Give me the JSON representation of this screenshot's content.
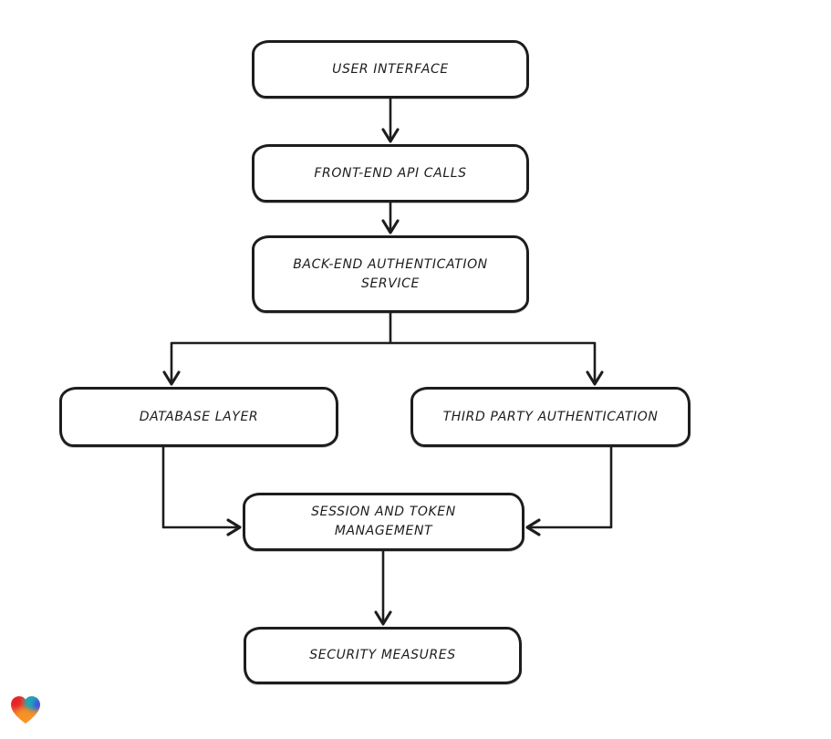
{
  "diagram": {
    "type": "flowchart",
    "style": "hand-drawn",
    "stroke_color": "#1d1d1d",
    "node_fill_color": "#ffffff",
    "background_color": "#ffffff",
    "nodes": [
      {
        "id": "user-interface",
        "lines": [
          "USER INTERFACE"
        ]
      },
      {
        "id": "front-end-api-calls",
        "lines": [
          "FRONT-END API CALLS"
        ]
      },
      {
        "id": "back-end-authentication-service",
        "lines": [
          "BACK-END AUTHENTICATION",
          "SERVICE"
        ]
      },
      {
        "id": "database-layer",
        "lines": [
          "DATABASE LAYER"
        ]
      },
      {
        "id": "third-party-authentication",
        "lines": [
          "THIRD PARTY AUTHENTICATION"
        ]
      },
      {
        "id": "session-and-token-management",
        "lines": [
          "SESSION AND TOKEN",
          "MANAGEMENT"
        ]
      },
      {
        "id": "security-measures",
        "lines": [
          "SECURITY MEASURES"
        ]
      }
    ],
    "edges": [
      {
        "from": "user-interface",
        "to": "front-end-api-calls"
      },
      {
        "from": "front-end-api-calls",
        "to": "back-end-authentication-service"
      },
      {
        "from": "back-end-authentication-service",
        "to": "database-layer"
      },
      {
        "from": "back-end-authentication-service",
        "to": "third-party-authentication"
      },
      {
        "from": "database-layer",
        "to": "session-and-token-management"
      },
      {
        "from": "third-party-authentication",
        "to": "session-and-token-management"
      },
      {
        "from": "session-and-token-management",
        "to": "security-measures"
      }
    ]
  },
  "watermark": {
    "icon": "heart-logo-icon",
    "colors": [
      "#e62129",
      "#1ba8b8",
      "#4050e0",
      "#f79420"
    ]
  }
}
